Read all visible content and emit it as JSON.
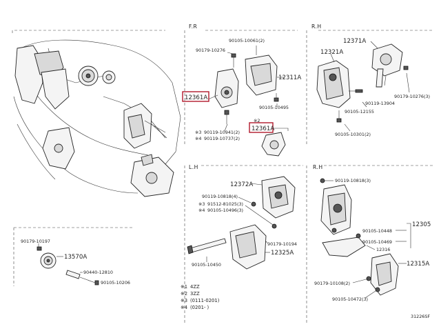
{
  "sections": {
    "fr": "F.R",
    "rh_top": "R.H",
    "lh": "L.H",
    "rh_bottom": "R.H"
  },
  "fr": {
    "p90105_10061": "90105-10061(2)",
    "p90179_10276": "90179-10276",
    "p12311A": "12311A",
    "p12361A_main": "12361A",
    "p90105_10495": "90105-10495",
    "p90119_10941": "90119-10941(2)",
    "p90119_10737": "90119-10737(2)",
    "mark3": "※3",
    "mark4": "※4",
    "star2": "※2",
    "p12361A_sub": "12361A"
  },
  "rh_top": {
    "p12371A": "12371A",
    "p12321A": "12321A",
    "p90179_10276": "90179-10276(3)",
    "p90119_13904": "90119-13904",
    "p90105_12155": "90105-12155",
    "p90105_10301": "90105-10301(2)"
  },
  "lh": {
    "p12372A": "12372A",
    "p90119_10818": "90119-10818(4)",
    "p91512_81025": "91512-81025(3)",
    "p90105_10496": "90105-10496(3)",
    "mark3": "※3",
    "mark4": "※4",
    "p90179_10194": "90179-10194",
    "p90105_10450": "90105-10450",
    "p12325A": "12325A"
  },
  "rh_bottom": {
    "p90119_10818": "90119-10818(3)",
    "p12305": "12305",
    "p90105_10448": "90105-10448",
    "p90105_10469": "90105-10469",
    "p12316": "12316",
    "p12315A": "12315A",
    "p90179_10108": "90179-10108(2)",
    "p90105_10472": "90105-10472(3)"
  },
  "pulley": {
    "p90179_10197": "90179-10197",
    "p13570A": "13570A",
    "p90440_12810": "90440-12810",
    "p90105_10206": "90105-10206"
  },
  "notes": [
    {
      "mark": "※1",
      "text": "4ZZ"
    },
    {
      "mark": "※2",
      "text": "3ZZ"
    },
    {
      "mark": "※3",
      "text": "(0111-0201)"
    },
    {
      "mark": "※4",
      "text": "(0201-    )"
    }
  ],
  "figure_id": "31226SF",
  "highlight_color": "#b0182b"
}
